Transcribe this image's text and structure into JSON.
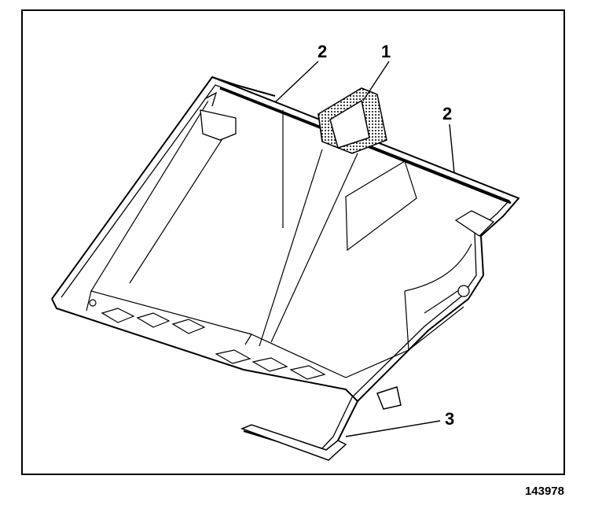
{
  "callouts": {
    "label_1": "1",
    "label_2_left": "2",
    "label_2_right": "2",
    "label_3": "3"
  },
  "figure_number": "143978",
  "colors": {
    "line": "#000000",
    "paper": "#ffffff",
    "shade": "#d9d9d9"
  }
}
